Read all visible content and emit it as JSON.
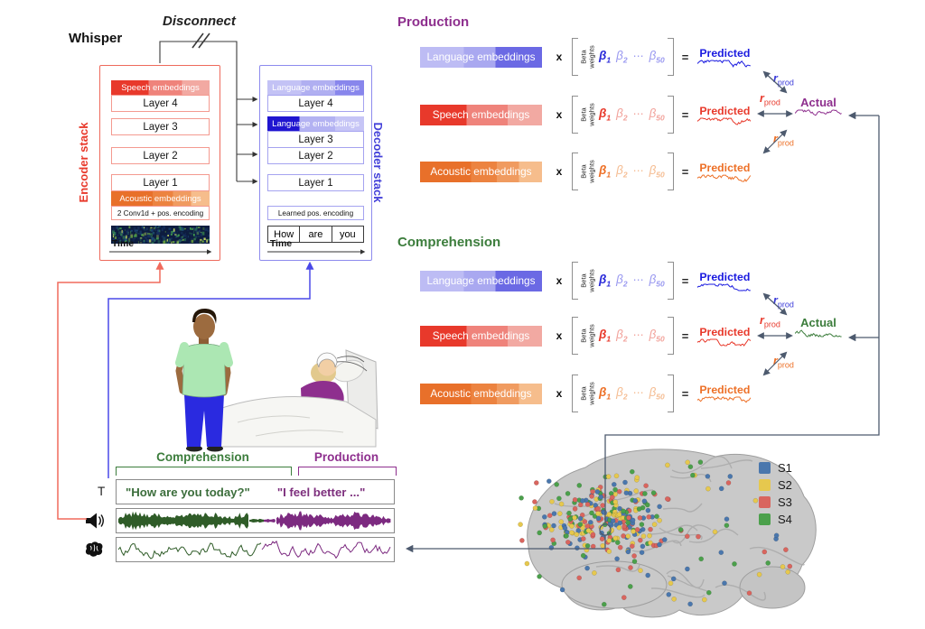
{
  "whisper": {
    "title": "Whisper",
    "disconnect_label": "Disconnect",
    "encoder": {
      "label": "Encoder stack",
      "speech_bar_label": "Speech embeddings",
      "layers": [
        "Layer 4",
        "Layer 3",
        "Layer 2",
        "Layer 1"
      ],
      "acoustic_bar_label": "Acoustic embeddings",
      "conv_label": "2 Conv1d + pos. encoding",
      "time_label": "Time"
    },
    "decoder": {
      "label": "Decoder stack",
      "language_bar_top_label": "Language embeddings",
      "language_bar_mid_label": "Language embeddings",
      "layers": [
        "Layer 4",
        "Layer 3",
        "Layer 2",
        "Layer 1"
      ],
      "pos_label": "Learned pos. encoding",
      "tokens": [
        "How",
        "are",
        "you"
      ],
      "time_label": "Time"
    }
  },
  "ops": {
    "times": "x",
    "equals": "="
  },
  "beta": {
    "label_line1": "Beta",
    "label_line2": "weights",
    "sym": "β",
    "sub_1": "1",
    "sub_2": "2",
    "dots": "⋯",
    "sub_50": "50"
  },
  "r_label": {
    "r": "r",
    "sub": "prod"
  },
  "production": {
    "title": "Production",
    "rows": [
      {
        "label": "Language embeddings",
        "result": "Predicted"
      },
      {
        "label": "Speech embeddings",
        "result": "Predicted"
      },
      {
        "label": "Acoustic embeddings",
        "result": "Predicted"
      }
    ],
    "actual_label": "Actual"
  },
  "comprehension": {
    "title": "Comprehension",
    "rows": [
      {
        "label": "Language embeddings",
        "result": "Predicted"
      },
      {
        "label": "Speech embeddings",
        "result": "Predicted"
      },
      {
        "label": "Acoustic embeddings",
        "result": "Predicted"
      }
    ],
    "actual_label": "Actual"
  },
  "dialogue": {
    "comprehension_label": "Comprehension",
    "production_label": "Production",
    "transcript_symbol": "T",
    "transcript_left": "\"How are you today?\"",
    "transcript_right": "\"I feel better ...\"",
    "icons": {
      "transcript": "T-label",
      "audio": "speaker-icon",
      "neural": "brain-icon"
    }
  },
  "legend": [
    {
      "label": "S1",
      "color": "#4a77ad"
    },
    {
      "label": "S2",
      "color": "#e6c84e"
    },
    {
      "label": "S3",
      "color": "#d9655e"
    },
    {
      "label": "S4",
      "color": "#4ba04b"
    }
  ],
  "colors": {
    "encoder_accent": "#e8392b",
    "encoder_border": "#ee6a5c",
    "decoder_accent": "#4340d9",
    "decoder_border": "#8d8bee",
    "production_accent": "#8e2f8e",
    "comprehension_accent": "#3c7d3c",
    "predicted_blue": "#1a1ae0",
    "predicted_red": "#e8392b",
    "predicted_orange": "#ed7027",
    "actual_purple": "#8e2f8e",
    "actual_green": "#3c7d3c",
    "wave_green": "#2f5c28",
    "wave_purple": "#7c2a80",
    "connector": "#4d5a6e"
  }
}
